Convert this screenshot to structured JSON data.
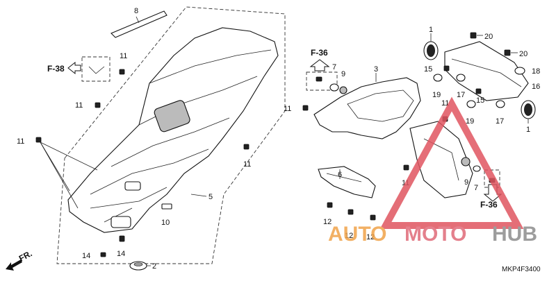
{
  "diagram": {
    "code": "MKP4F3400",
    "watermark": {
      "brand_a": "AUTO",
      "brand_b": "MOTO",
      "brand_c": "HUB",
      "colors": {
        "auto": "#f0a34a",
        "moto": "#e06a78",
        "hub": "#8c8c8c",
        "triangle": "#e05560"
      }
    },
    "refs": {
      "f38": "F-38",
      "f36_top": "F-36",
      "f36_bottom": "F-36",
      "front": "FR."
    },
    "labels": {
      "n8": "8",
      "n11_a": "11",
      "n11_b": "11",
      "n11_c": "11",
      "n11_d": "11",
      "n5": "5",
      "n10": "10",
      "n14_a": "14",
      "n14_b": "14",
      "n2": "2",
      "n7_a": "7",
      "n9_a": "9",
      "n11_e": "11",
      "n3": "3",
      "n6": "6",
      "n12_a": "12",
      "n12_b": "12",
      "n12_c": "12",
      "n1_a": "1",
      "n20_a": "20",
      "n20_b": "20",
      "n15_a": "15",
      "n19_a": "19",
      "n17_a": "17",
      "n15_b": "15",
      "n18": "18",
      "n16": "16",
      "n11_f": "11",
      "n19_b": "19",
      "n17_b": "17",
      "n1_b": "1",
      "n11_g": "11",
      "n9_b": "9",
      "n7_b": "7"
    }
  }
}
